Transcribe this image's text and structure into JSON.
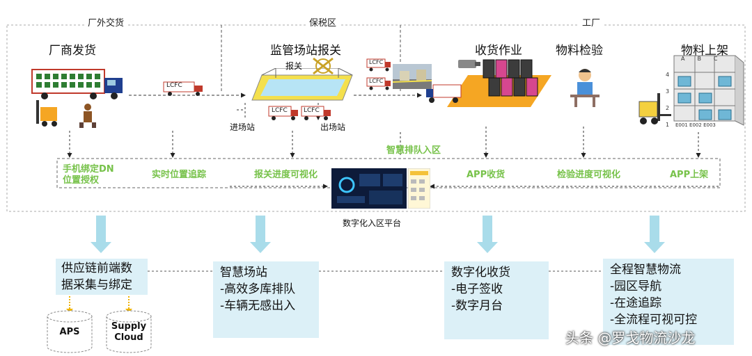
{
  "zones": {
    "outside": "厂外交货",
    "bonded": "保税区",
    "factory": "工厂"
  },
  "stages": {
    "supplier_delivery": "厂商发货",
    "station_declaration": "监管场站报关",
    "receiving": "收货作业",
    "inspection": "物料检验",
    "shelving": "物料上架"
  },
  "labels": {
    "customs": "报关",
    "enter_station": "进场站",
    "exit_station": "出场站",
    "truck_tag": "LCFC",
    "rack_cols": [
      "A",
      "B",
      "C"
    ],
    "rack_rows": [
      "4",
      "3",
      "2",
      "1"
    ],
    "rack_bins": [
      "E001",
      "E002",
      "E003"
    ]
  },
  "features": {
    "mobile_binding_line1": "手机绑定DN",
    "mobile_binding_line2": "位置授权",
    "realtime_tracking": "实时位置追踪",
    "declaration_visual": "报关进度可视化",
    "smart_queue": "智慧排队入区",
    "app_receiving": "APP收货",
    "inspection_visual": "检验进度可视化",
    "app_shelving": "APP上架"
  },
  "platform": {
    "label": "数字化入区平台"
  },
  "capabilities": [
    {
      "title_line1": "供应链前端数",
      "title_line2": "据采集与绑定"
    },
    {
      "title": "智慧场站",
      "items": [
        "-高效多库排队",
        "-车辆无感出入"
      ]
    },
    {
      "title": "数字化收货",
      "items": [
        "-电子签收",
        "-数字月台"
      ]
    },
    {
      "title": "全程智慧物流",
      "items": [
        "-园区导航",
        "-在途追踪",
        "-全流程可视可控"
      ]
    }
  ],
  "databases": [
    "APS",
    "Supply Cloud"
  ],
  "watermark": "头条 @罗戈物流沙龙",
  "colors": {
    "feature_green": "#77c24a",
    "box_fill": "#dcf0f7",
    "arrow_blue": "#a9dcea",
    "truck_red": "#c0392b",
    "highlight_yellow": "#f4e04d"
  }
}
